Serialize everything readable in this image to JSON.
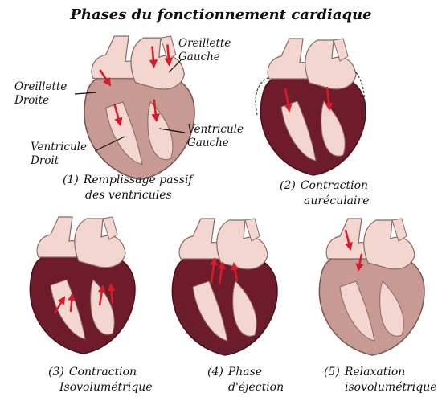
{
  "title": "Phases du fonctionnement cardiaque",
  "labels": {
    "oreillette_gauche": [
      "Oreillette",
      "Gauche"
    ],
    "oreillette_droite": [
      "Oreillette",
      "Droite"
    ],
    "ventricule_gauche": [
      "Ventricule",
      "Gauche"
    ],
    "ventricule_droit": [
      "Ventricule",
      "Droit"
    ]
  },
  "phases": [
    {
      "number": "(1)",
      "line1": "Remplissage passif",
      "line2": "des ventricules"
    },
    {
      "number": "(2)",
      "line1": "Contraction",
      "line2": "auréculaire"
    },
    {
      "number": "(3)",
      "line1": "Contraction",
      "line2": "Isovolumétrique"
    },
    {
      "number": "(4)",
      "line1": "Phase",
      "line2": "d'éjection"
    },
    {
      "number": "(5)",
      "line1": "Relaxation",
      "line2": "isovolumétrique"
    }
  ],
  "colors": {
    "vessel": "#f3d6cf",
    "vessel_stroke": "#8a6a66",
    "myocardium_light": "#c79a94",
    "myocardium_dark": "#6e1c2c",
    "arrow": "#d81b2b"
  }
}
